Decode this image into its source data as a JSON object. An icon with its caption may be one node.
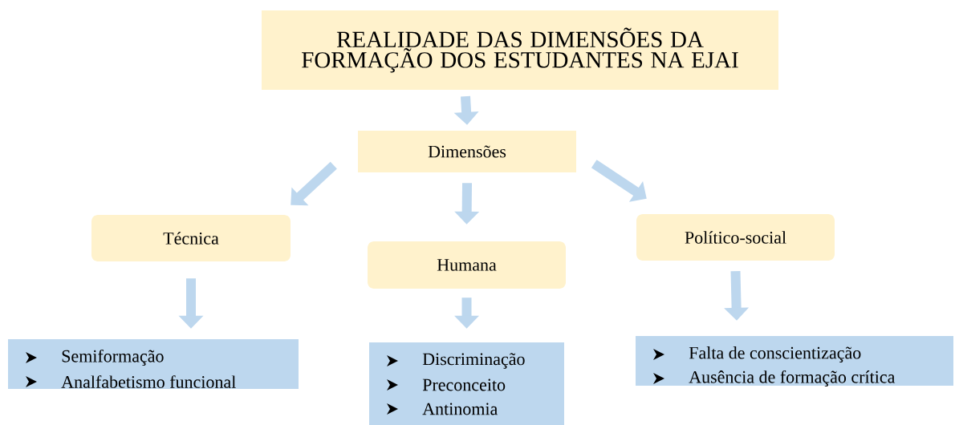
{
  "diagram": {
    "nodes": [
      {
        "text": [
          "REALIDADE DAS DIMENSÕES DA FORMAÇÃO DOS ESTUDANTES NA EJAI"
        ]
      },
      {
        "text": [
          "Dimensões"
        ]
      },
      {
        "text": [
          "Técnica"
        ]
      },
      {
        "text": [
          "Humana"
        ]
      },
      {
        "text": [
          "Político-social"
        ]
      },
      {
        "text": [
          "Semiformação",
          "Analfabetismo funcional"
        ]
      },
      {
        "text": [
          "Discriminação",
          "Preconceito",
          "Antinomia"
        ]
      },
      {
        "text": [
          "Falta de conscientização",
          "Ausência de formação crítica"
        ]
      }
    ],
    "edges": [
      {
        "from": 0,
        "to": 1,
        "arrow": "to"
      },
      {
        "from": 1,
        "to": 2,
        "arrow": "to"
      },
      {
        "from": 1,
        "to": 3,
        "arrow": "to"
      },
      {
        "from": 1,
        "to": 4,
        "arrow": "to"
      },
      {
        "from": 2,
        "to": 5,
        "arrow": "to"
      },
      {
        "from": 3,
        "to": 6,
        "arrow": "to"
      },
      {
        "from": 4,
        "to": 7,
        "arrow": "to"
      }
    ]
  }
}
